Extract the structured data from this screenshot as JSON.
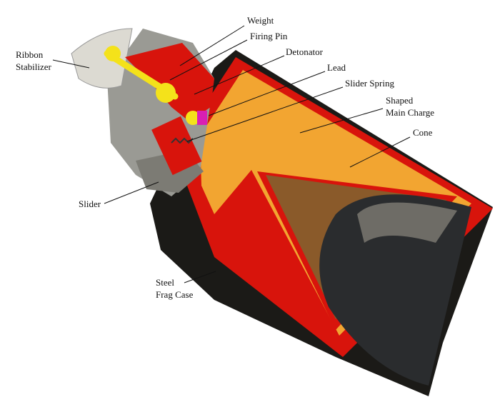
{
  "labels": {
    "weight": "Weight",
    "firing_pin": "Firing Pin",
    "detonator": "Detonator",
    "lead": "Lead",
    "slider_spring": "Slider Spring",
    "shaped_main_charge_1": "Shaped",
    "shaped_main_charge_2": "Main Charge",
    "cone": "Cone",
    "ribbon_stabilizer_1": "Ribbon",
    "ribbon_stabilizer_2": "Stabilizer",
    "slider": "Slider",
    "steel_frag_case_1": "Steel",
    "steel_frag_case_2": "Frag Case"
  },
  "colors": {
    "case_red": "#d8140c",
    "charge_orange": "#f2a531",
    "pin_yellow": "#f4e21a",
    "lead_magenta": "#d91fb4",
    "metal_gray": "#9a9a94",
    "dark_case": "#1b1a17",
    "cone_bronze": "#8a5a2a"
  }
}
